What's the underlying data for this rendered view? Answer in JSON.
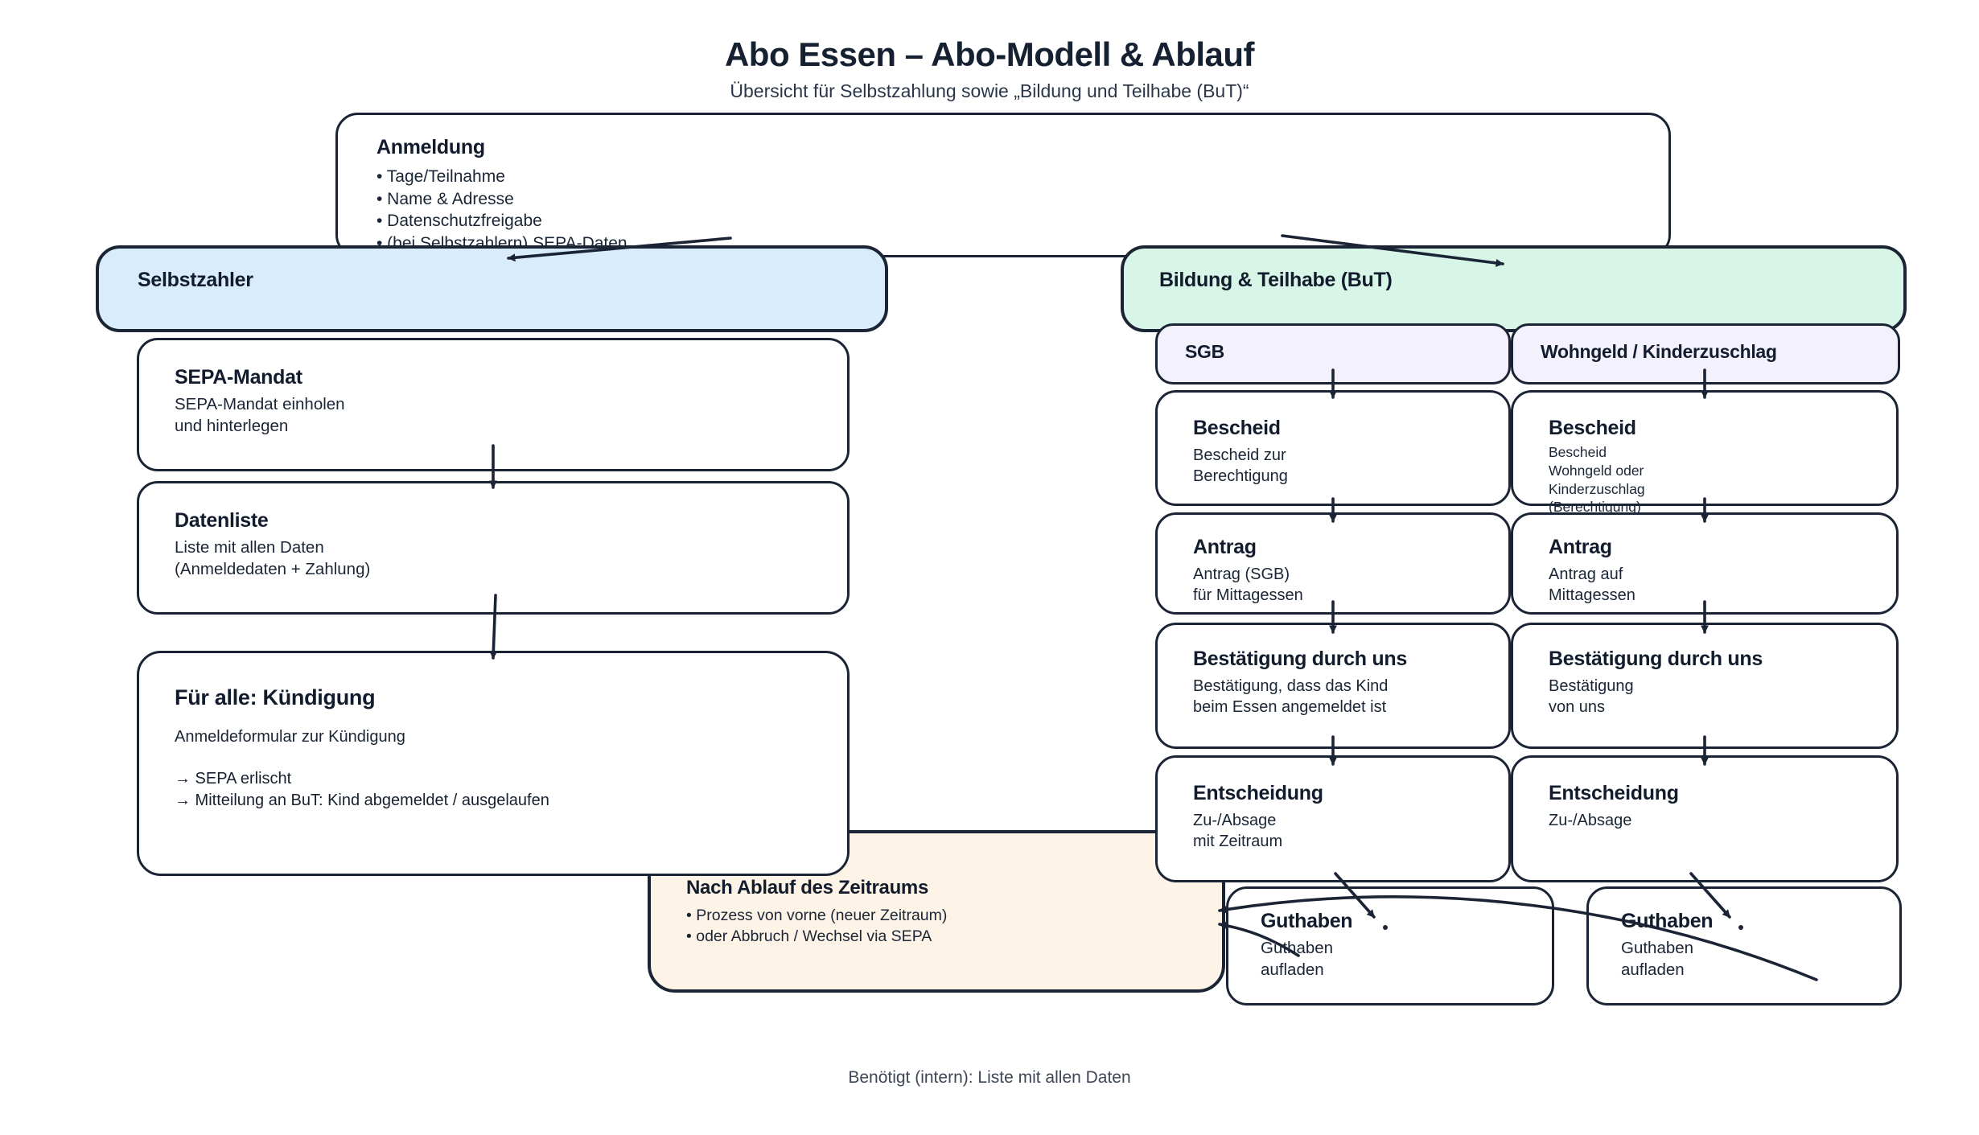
{
  "meta": {
    "title": "Abo Essen – Abo-Modell & Ablauf",
    "subtitle": "Übersicht für Selbstzahlung sowie „Bildung und Teilhabe (BuT)“",
    "footer": "Benötigt (intern): Liste mit allen Daten"
  },
  "colors": {
    "ink": "#1b2435",
    "selbstzahler_fill": "#d9ecfb",
    "but_fill": "#d8f6e7",
    "subheader_fill": "#f2f1fc",
    "ablauf_fill": "#fdf3e6",
    "box_fill": "#ffffff",
    "footer_text": "#3d4755"
  },
  "nodes": {
    "anmeldung": {
      "title": "Anmeldung",
      "body": "• Tage/Teilnahme\n• Name & Adresse\n• Datenschutzfreigabe\n• (bei Selbstzahlern) SEPA-Daten"
    },
    "selbstzahler": {
      "title": "Selbstzahler"
    },
    "but": {
      "title": "Bildung & Teilhabe (BuT)"
    },
    "sgb_header": {
      "title": "SGB"
    },
    "wg_header": {
      "title": "Wohngeld / Kinderzuschlag"
    },
    "sepa": {
      "title": "SEPA-Mandat",
      "body": "SEPA-Mandat einholen\nund hinterlegen"
    },
    "datenliste": {
      "title": "Datenliste",
      "body": "Liste mit allen Daten\n(Anmeldedaten + Zahlung)"
    },
    "kuendigung": {
      "title": "Für alle: Kündigung",
      "body": "Anmeldeformular zur Kündigung",
      "notes": "→ SEPA erlischt\n→ Mitteilung an BuT: Kind abgemeldet / ausgelaufen"
    },
    "sgb_bescheid": {
      "title": "Bescheid",
      "body": "Bescheid zur\nBerechtigung"
    },
    "wg_bescheid": {
      "title": "Bescheid",
      "body": "Bescheid\nWohngeld oder\nKinderzuschlag\n(Berechtigung)"
    },
    "sgb_antrag": {
      "title": "Antrag",
      "body": "Antrag (SGB)\nfür Mittagessen"
    },
    "wg_antrag": {
      "title": "Antrag",
      "body": "Antrag auf\nMittagessen"
    },
    "sgb_bestaetigung": {
      "title": "Bestätigung durch uns",
      "body": "Bestätigung, dass das Kind\nbeim Essen angemeldet ist"
    },
    "wg_bestaetigung": {
      "title": "Bestätigung durch uns",
      "body": "Bestätigung\nvon uns"
    },
    "sgb_entscheidung": {
      "title": "Entscheidung",
      "body": "Zu-/Absage\nmit Zeitraum"
    },
    "wg_entscheidung": {
      "title": "Entscheidung",
      "body": "Zu-/Absage"
    },
    "sgb_guthaben": {
      "title": "Guthaben",
      "body": "Guthaben\naufladen"
    },
    "wg_guthaben": {
      "title": "Guthaben",
      "body": "Guthaben\naufladen"
    },
    "ablauf": {
      "title": "Nach Ablauf des Zeitraums",
      "body": "• Prozess von vorne (neuer Zeitraum)\n• oder Abbruch / Wechsel via SEPA"
    }
  }
}
